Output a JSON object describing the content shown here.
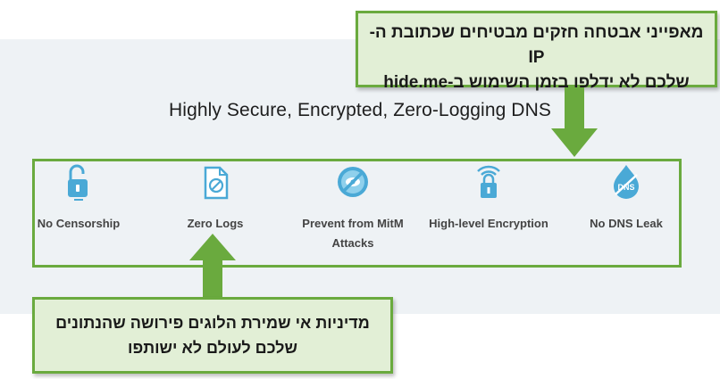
{
  "heading": "Highly Secure, Encrypted, Zero-Logging DNS",
  "features": [
    {
      "label": "No Censorship",
      "icon": "unlocked-padlock-icon"
    },
    {
      "label": "Zero Logs",
      "icon": "document-no-logs-icon"
    },
    {
      "label": "Prevent from MitM Attacks",
      "icon": "blocked-eye-icon"
    },
    {
      "label": "High-level Encryption",
      "icon": "wifi-lock-icon"
    },
    {
      "label": "No DNS Leak",
      "icon": "dns-drop-icon"
    }
  ],
  "callout_top": {
    "line1": "מאפייני אבטחה חזקים מבטיחים שכתובת ה-IP",
    "line2": "שלכם לא ידלפו בזמן השימוש ב-hide.me"
  },
  "callout_bottom": {
    "line1": "מדיניות אי שמירת הלוגים פירושה שהנתונים",
    "line2": "שלכם לעולם לא ישותפו"
  },
  "colors": {
    "accent_green": "#6aaa3e",
    "callout_bg": "#e2efd6",
    "icon_blue": "#4aa9d6",
    "panel_bg": "#eef2f5"
  }
}
